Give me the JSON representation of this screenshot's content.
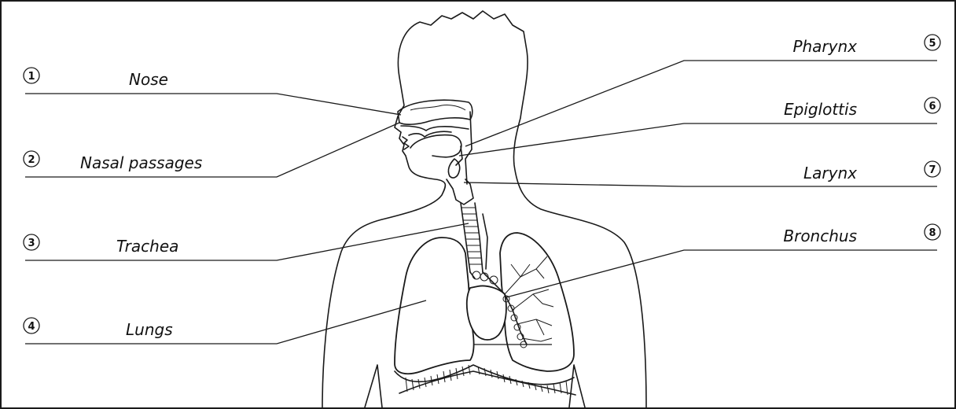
{
  "diagram": {
    "labels": [
      {
        "id": "nose",
        "number": "1",
        "text": "Nose"
      },
      {
        "id": "nasal-passages",
        "number": "2",
        "text": "Nasal passages"
      },
      {
        "id": "trachea",
        "number": "3",
        "text": "Trachea"
      },
      {
        "id": "lungs",
        "number": "4",
        "text": "Lungs"
      },
      {
        "id": "pharynx",
        "number": "5",
        "text": "Pharynx"
      },
      {
        "id": "epiglottis",
        "number": "6",
        "text": "Epiglottis"
      },
      {
        "id": "larynx",
        "number": "7",
        "text": "Larynx"
      },
      {
        "id": "bronchus",
        "number": "8",
        "text": "Bronchus"
      }
    ]
  }
}
